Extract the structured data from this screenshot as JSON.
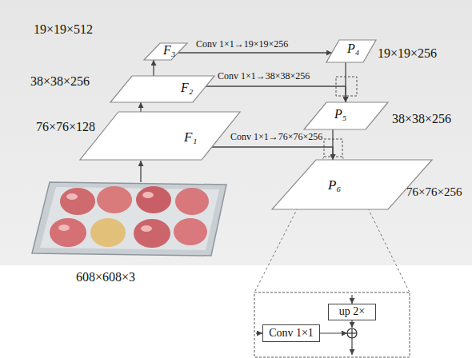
{
  "diagram": {
    "nodes": [
      {
        "text": [
          "F₃"
        ]
      },
      {
        "text": [
          "P₄"
        ]
      },
      {
        "text": [
          "F₂"
        ]
      },
      {
        "text": [
          "P₅"
        ]
      },
      {
        "text": [
          "F₁"
        ]
      },
      {
        "text": [
          "P₆"
        ]
      },
      {
        "text": [
          "up 2×"
        ]
      },
      {
        "text": [
          "Conv 1×1"
        ]
      }
    ],
    "edges": [
      {
        "from": 4,
        "to": 2,
        "arrow": "to"
      },
      {
        "from": 2,
        "to": 0,
        "arrow": "to"
      },
      {
        "from": 0,
        "to": 1,
        "label": "Conv 1×1→19×19×256",
        "arrow": "to"
      },
      {
        "from": 2,
        "to": 3,
        "label": "Conv 1×1→38×38×256",
        "arrow": "to"
      },
      {
        "from": 4,
        "to": 5,
        "label": "Conv 1×1→76×76×256",
        "arrow": "to"
      },
      {
        "from": 1,
        "to": 3,
        "arrow": "to"
      },
      {
        "from": 3,
        "to": 5,
        "arrow": "to"
      }
    ],
    "labels": [
      "19×19×512",
      "38×38×256",
      "76×76×128",
      "19×19×256",
      "38×38×256",
      "76×76×256",
      "608×608×3"
    ]
  }
}
